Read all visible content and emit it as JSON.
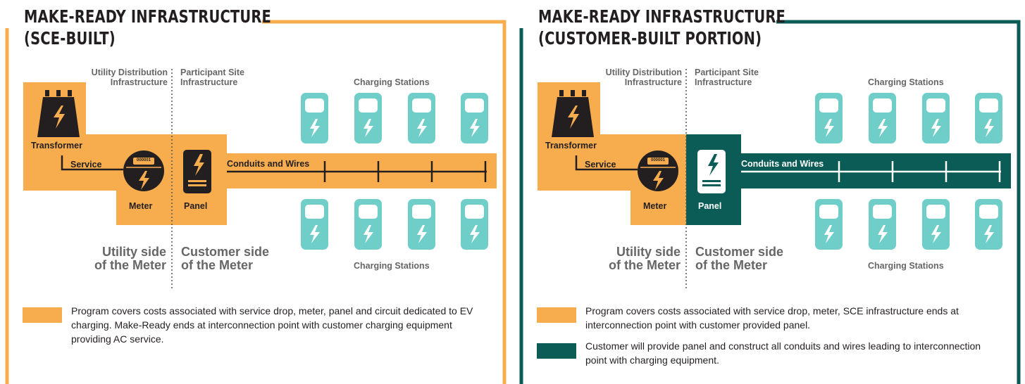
{
  "colors": {
    "orange": "#f7ad4e",
    "teal": "#0b5c57",
    "station": "#6fcfc8",
    "dark": "#231f20"
  },
  "left": {
    "title": "MAKE-READY INFRASTRUCTURE\n(SCE-BUILT)",
    "utility_distribution": "Utility Distribution\nInfrastructure",
    "participant_site": "Participant Site\nInfrastructure",
    "charging_stations_top": "Charging Stations",
    "charging_stations_bottom": "Charging Stations",
    "transformer": "Transformer",
    "service": "Service",
    "meter": "Meter",
    "meter_reading": "000001",
    "panel": "Panel",
    "conduits": "Conduits and Wires",
    "utility_side": "Utility side\nof the Meter",
    "customer_side": "Customer side\nof the Meter",
    "legend": [
      {
        "color": "#f7ad4e",
        "text": "Program covers costs associated with service drop, meter, panel and circuit dedicated to EV charging. Make-Ready ends at interconnection point with customer charging equipment providing AC service."
      }
    ]
  },
  "right": {
    "title": "MAKE-READY INFRASTRUCTURE\n(CUSTOMER-BUILT PORTION)",
    "utility_distribution": "Utility Distribution\nInfrastructure",
    "participant_site": "Participant Site\nInfrastructure",
    "charging_stations_top": "Charging Stations",
    "charging_stations_bottom": "Charging Stations",
    "transformer": "Transformer",
    "service": "Service",
    "meter": "Meter",
    "meter_reading": "000001",
    "panel": "Panel",
    "conduits": "Conduits and Wires",
    "utility_side": "Utility side\nof the Meter",
    "customer_side": "Customer side\nof the Meter",
    "legend": [
      {
        "color": "#f7ad4e",
        "text": "Program covers costs associated with service drop, meter, SCE infrastructure ends at interconnection point with customer provided panel."
      },
      {
        "color": "#0b5c57",
        "text": "Customer will provide panel and construct all conduits and wires leading to interconnection point with charging equipment."
      }
    ]
  }
}
